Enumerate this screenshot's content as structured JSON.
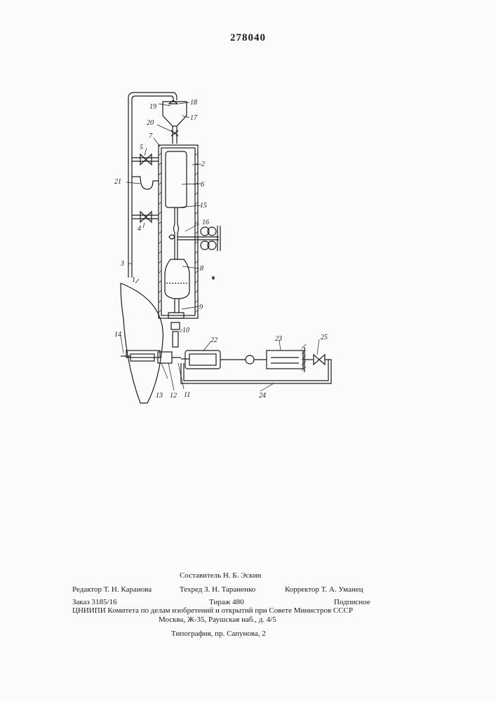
{
  "document": {
    "page_number": "278040"
  },
  "figure": {
    "callouts": [
      "1",
      "2",
      "3",
      "4",
      "5",
      "6",
      "7",
      "8",
      "9",
      "10",
      "11",
      "12",
      "13",
      "14",
      "15",
      "16",
      "17",
      "18",
      "19",
      "20",
      "21",
      "22",
      "23",
      "24",
      "25"
    ]
  },
  "imprint": {
    "compiler": "Составитель Н. Б. Эскин",
    "editor": "Редактор Т. Н. Каранова",
    "tech_editor": "Техред З. Н. Тараненко",
    "proofreader": "Корректор Т. А. Уманец",
    "order": "Заказ 3185/16",
    "circulation": "Тираж 480",
    "subscription": "Подписное",
    "org_line": "ЦНИИПИ Комитета по делам изобретений и открытий при Совете Министров СССР",
    "address": "Москва, Ж-35, Раушская наб., д. 4/5",
    "printing_house": "Типография, пр. Сапунова, 2"
  }
}
